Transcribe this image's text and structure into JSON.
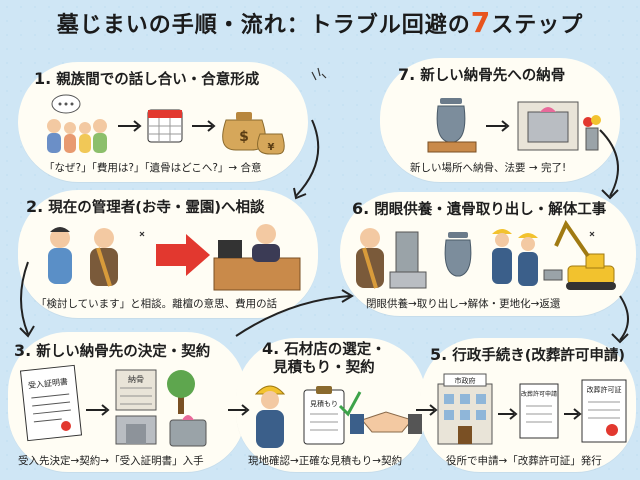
{
  "title": {
    "main": "墓じまいの手順・流れ：トラブル回避の",
    "number": "7",
    "suffix": "ステップ"
  },
  "steps": [
    {
      "num": "1.",
      "title": "親族間での話し合い・合意形成",
      "caption": "「なぜ?」「費用は?」「遺骨はどこへ?」→ 合意"
    },
    {
      "num": "2.",
      "title": "現在の管理者(お寺・霊園)へ相談",
      "caption": "「検討しています」と相談。離檀の意思、費用の話"
    },
    {
      "num": "3.",
      "title": "新しい納骨先の決定・契約",
      "caption": "受入先決定→契約→「受入証明書」入手"
    },
    {
      "num": "4.",
      "title": "石材店の選定・見積もり・契約",
      "title_line1": "石材店の選定・",
      "title_line2": "見積もり・契約",
      "caption": "現地確認→正確な見積もり→契約"
    },
    {
      "num": "5.",
      "title": "行政手続き(改葬許可申請)",
      "caption": "役所で申請→「改葬許可証」発行"
    },
    {
      "num": "6.",
      "title": "閉眼供養・遺骨取り出し・解体工事",
      "caption": "閉眼供養→取り出し→解体・更地化→返還"
    },
    {
      "num": "7.",
      "title": "新しい納骨先への納骨",
      "caption": "新しい場所へ納骨、法要 → 完了!"
    }
  ],
  "labels": {
    "acceptance_cert": "受入証明書",
    "grave_tag": "納骨",
    "estimate": "見積もり",
    "city_hall": "市政府",
    "application": "改葬許可申請",
    "permit": "改葬許可証"
  },
  "colors": {
    "background": "#cfe6f5",
    "card": "#fffdf4",
    "accent": "#e8541e",
    "arrow_red": "#e2382f"
  }
}
